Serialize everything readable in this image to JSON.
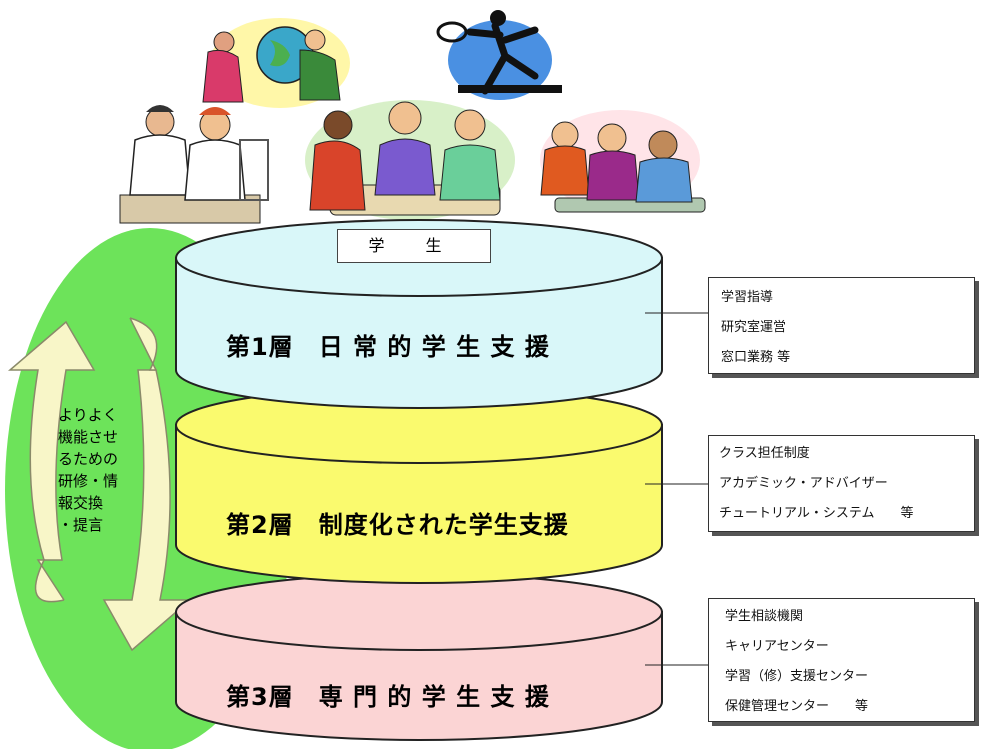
{
  "top_label": "学 生",
  "layers": [
    {
      "title": "第1層　日 常 的 学 生 支 援",
      "fill": "#d9f7f9",
      "items": [
        "学習指導",
        "研究室運営",
        "窓口業務 等"
      ]
    },
    {
      "title": "第2層　制度化された学生支援",
      "fill": "#fafa6e",
      "items": [
        "クラス担任制度",
        "アカデミック・アドバイザー",
        "チュートリアル・システム　　等"
      ]
    },
    {
      "title": "第3層　専 門 的 学 生 支 援",
      "fill": "#fbd4d4",
      "items": [
        "学生相談機関",
        "キャリアセンター",
        "学習（修）支援センター",
        "保健管理センター　　等"
      ]
    }
  ],
  "side_text_lines": [
    "よりよく",
    "機能させ",
    "るための",
    "研修・情",
    "報交換",
    "・提言"
  ],
  "colors": {
    "green_oval": "#6de35a",
    "arrow_fill": "#f8f6c8",
    "arrow_stroke": "#8a8a6a",
    "outline": "#222222"
  },
  "illustrations": [
    "teaching-globe-clipart",
    "tennis-player-clipart",
    "lab-students-clipart",
    "discussion-group-clipart",
    "lunch-students-clipart"
  ]
}
